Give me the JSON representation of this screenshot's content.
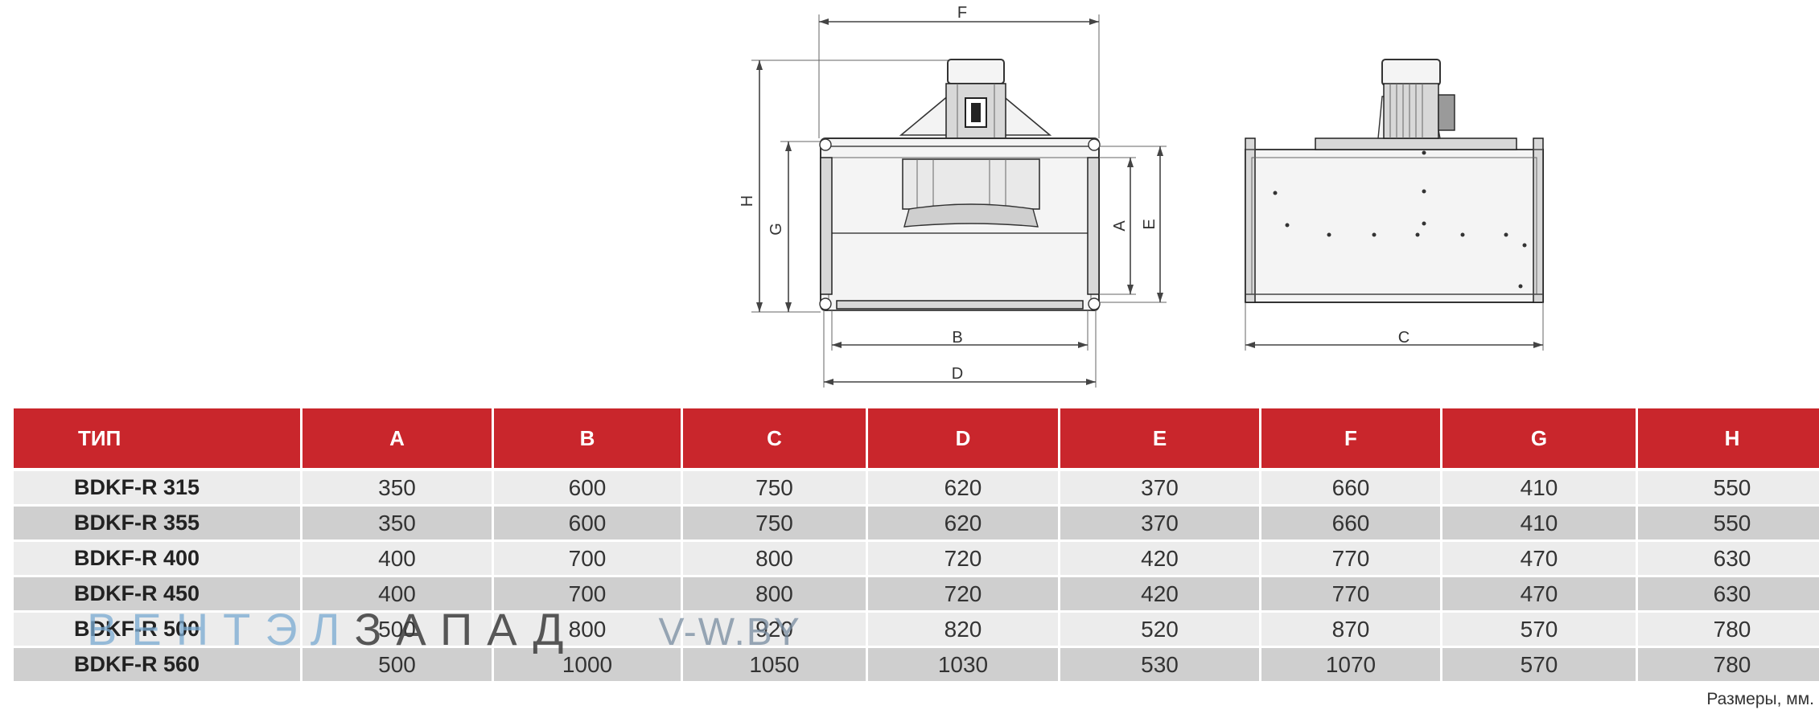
{
  "drawing": {
    "labels": {
      "F": "F",
      "H": "H",
      "G": "G",
      "A": "A",
      "E": "E",
      "B": "B",
      "D": "D",
      "C": "C"
    }
  },
  "table": {
    "headers": [
      "ТИП",
      "A",
      "B",
      "C",
      "D",
      "E",
      "F",
      "G",
      "H"
    ],
    "rows": [
      [
        "BDKF-R 315",
        "350",
        "600",
        "750",
        "620",
        "370",
        "660",
        "410",
        "550"
      ],
      [
        "BDKF-R 355",
        "350",
        "600",
        "750",
        "620",
        "370",
        "660",
        "410",
        "550"
      ],
      [
        "BDKF-R 400",
        "400",
        "700",
        "800",
        "720",
        "420",
        "770",
        "470",
        "630"
      ],
      [
        "BDKF-R 450",
        "400",
        "700",
        "800",
        "720",
        "420",
        "770",
        "470",
        "630"
      ],
      [
        "BDKF-R 500",
        "500",
        "800",
        "920",
        "820",
        "520",
        "870",
        "570",
        "780"
      ],
      [
        "BDKF-R 560",
        "500",
        "1000",
        "1050",
        "1030",
        "530",
        "1070",
        "570",
        "780"
      ]
    ]
  },
  "watermark": {
    "part1": "ВЕНТЭЛ",
    "part2": "ЗАПАД",
    "part3": "V-W.BY"
  },
  "note": "Размеры, мм.",
  "colors": {
    "header_bg": "#c9262c",
    "row_light": "#ececec",
    "row_dark": "#cfcfcf"
  }
}
